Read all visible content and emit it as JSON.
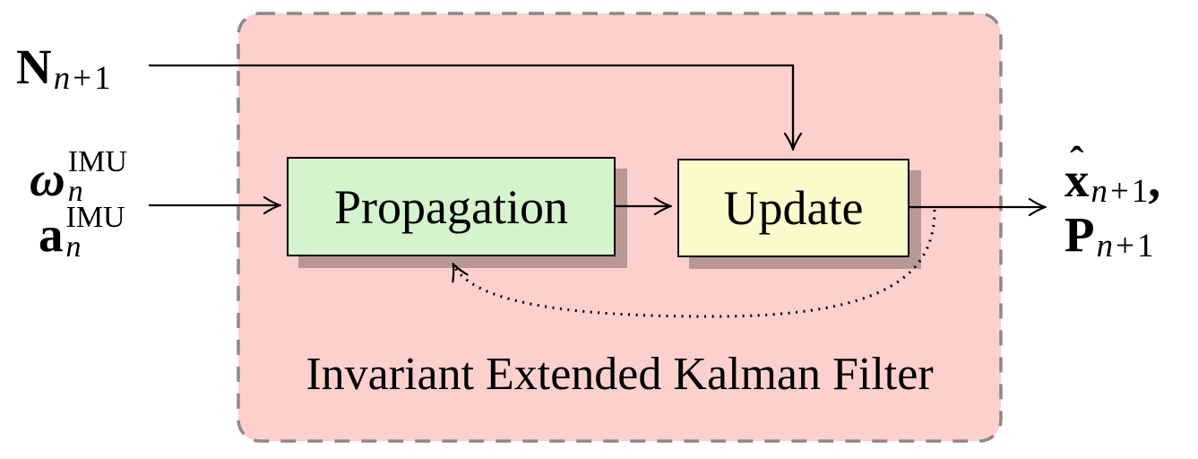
{
  "title": "Invariant Extended Kalman Filter",
  "blocks": {
    "propagation": "Propagation",
    "update": "Update"
  },
  "labels": {
    "noise": {
      "base": "N",
      "sub_var": "n",
      "sub_op": "+",
      "sub_num": "1"
    },
    "gyro": {
      "base": "ω",
      "sup": "IMU",
      "sub": "n"
    },
    "accel": {
      "base": "a",
      "sup": "IMU",
      "sub": "n"
    },
    "state": {
      "hat": "ˆ",
      "base": "x",
      "sub_var": "n",
      "sub_op": "+",
      "sub_num": "1",
      "tail": ","
    },
    "covariance": {
      "base": "P",
      "sub_var": "n",
      "sub_op": "+",
      "sub_num": "1"
    }
  },
  "colors": {
    "region_fill": "#fcd0cd",
    "region_border": "#8a8a8a",
    "propagation_fill": "#d5f4ce",
    "update_fill": "#fbfacb",
    "line_color": "#000000",
    "shadow_color": "rgba(0,0,0,0.27)"
  }
}
